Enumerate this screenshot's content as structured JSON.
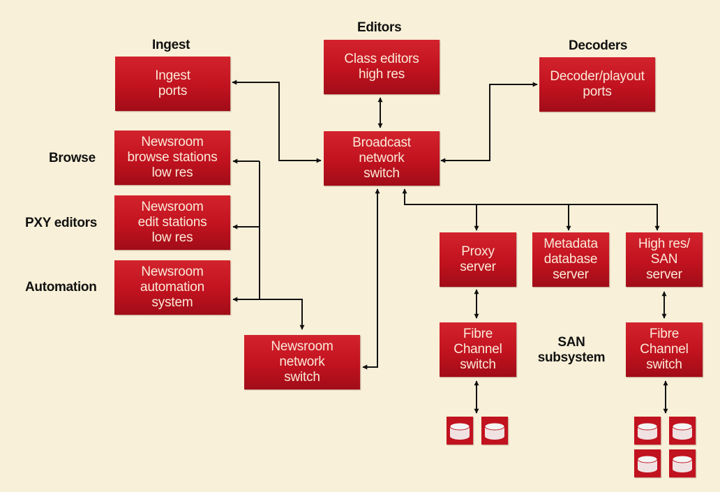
{
  "labels": {
    "ingest": "Ingest",
    "editors": "Editors",
    "decoders": "Decoders",
    "browse": "Browse",
    "pxy_editors": "PXY editors",
    "automation": "Automation",
    "san_line1": "SAN",
    "san_line2": "subsystem"
  },
  "boxes": {
    "ingest_ports": [
      "Ingest",
      "ports"
    ],
    "class_editors": [
      "Class editors",
      "high res"
    ],
    "decoder_playout": [
      "Decoder/playout",
      "ports"
    ],
    "broadcast_switch": [
      "Broadcast",
      "network",
      "switch"
    ],
    "browse_stations": [
      "Newsroom",
      "browse stations",
      "low res"
    ],
    "edit_stations": [
      "Newsroom",
      "edit stations",
      "low res"
    ],
    "automation_system": [
      "Newsroom",
      "automation",
      "system"
    ],
    "newsroom_switch": [
      "Newsroom",
      "network",
      "switch"
    ],
    "proxy_server": [
      "Proxy",
      "server"
    ],
    "metadata_server": [
      "Metadata",
      "database",
      "server"
    ],
    "highres_server": [
      "High res/",
      "SAN",
      "server"
    ],
    "fc_switch_left": [
      "Fibre",
      "Channel",
      "switch"
    ],
    "fc_switch_right": [
      "Fibre",
      "Channel",
      "switch"
    ]
  },
  "colors": {
    "box_red": "#c1121f",
    "background": "#f8f0d8",
    "box_text": "#fbe9d8",
    "connector": "#111111"
  }
}
